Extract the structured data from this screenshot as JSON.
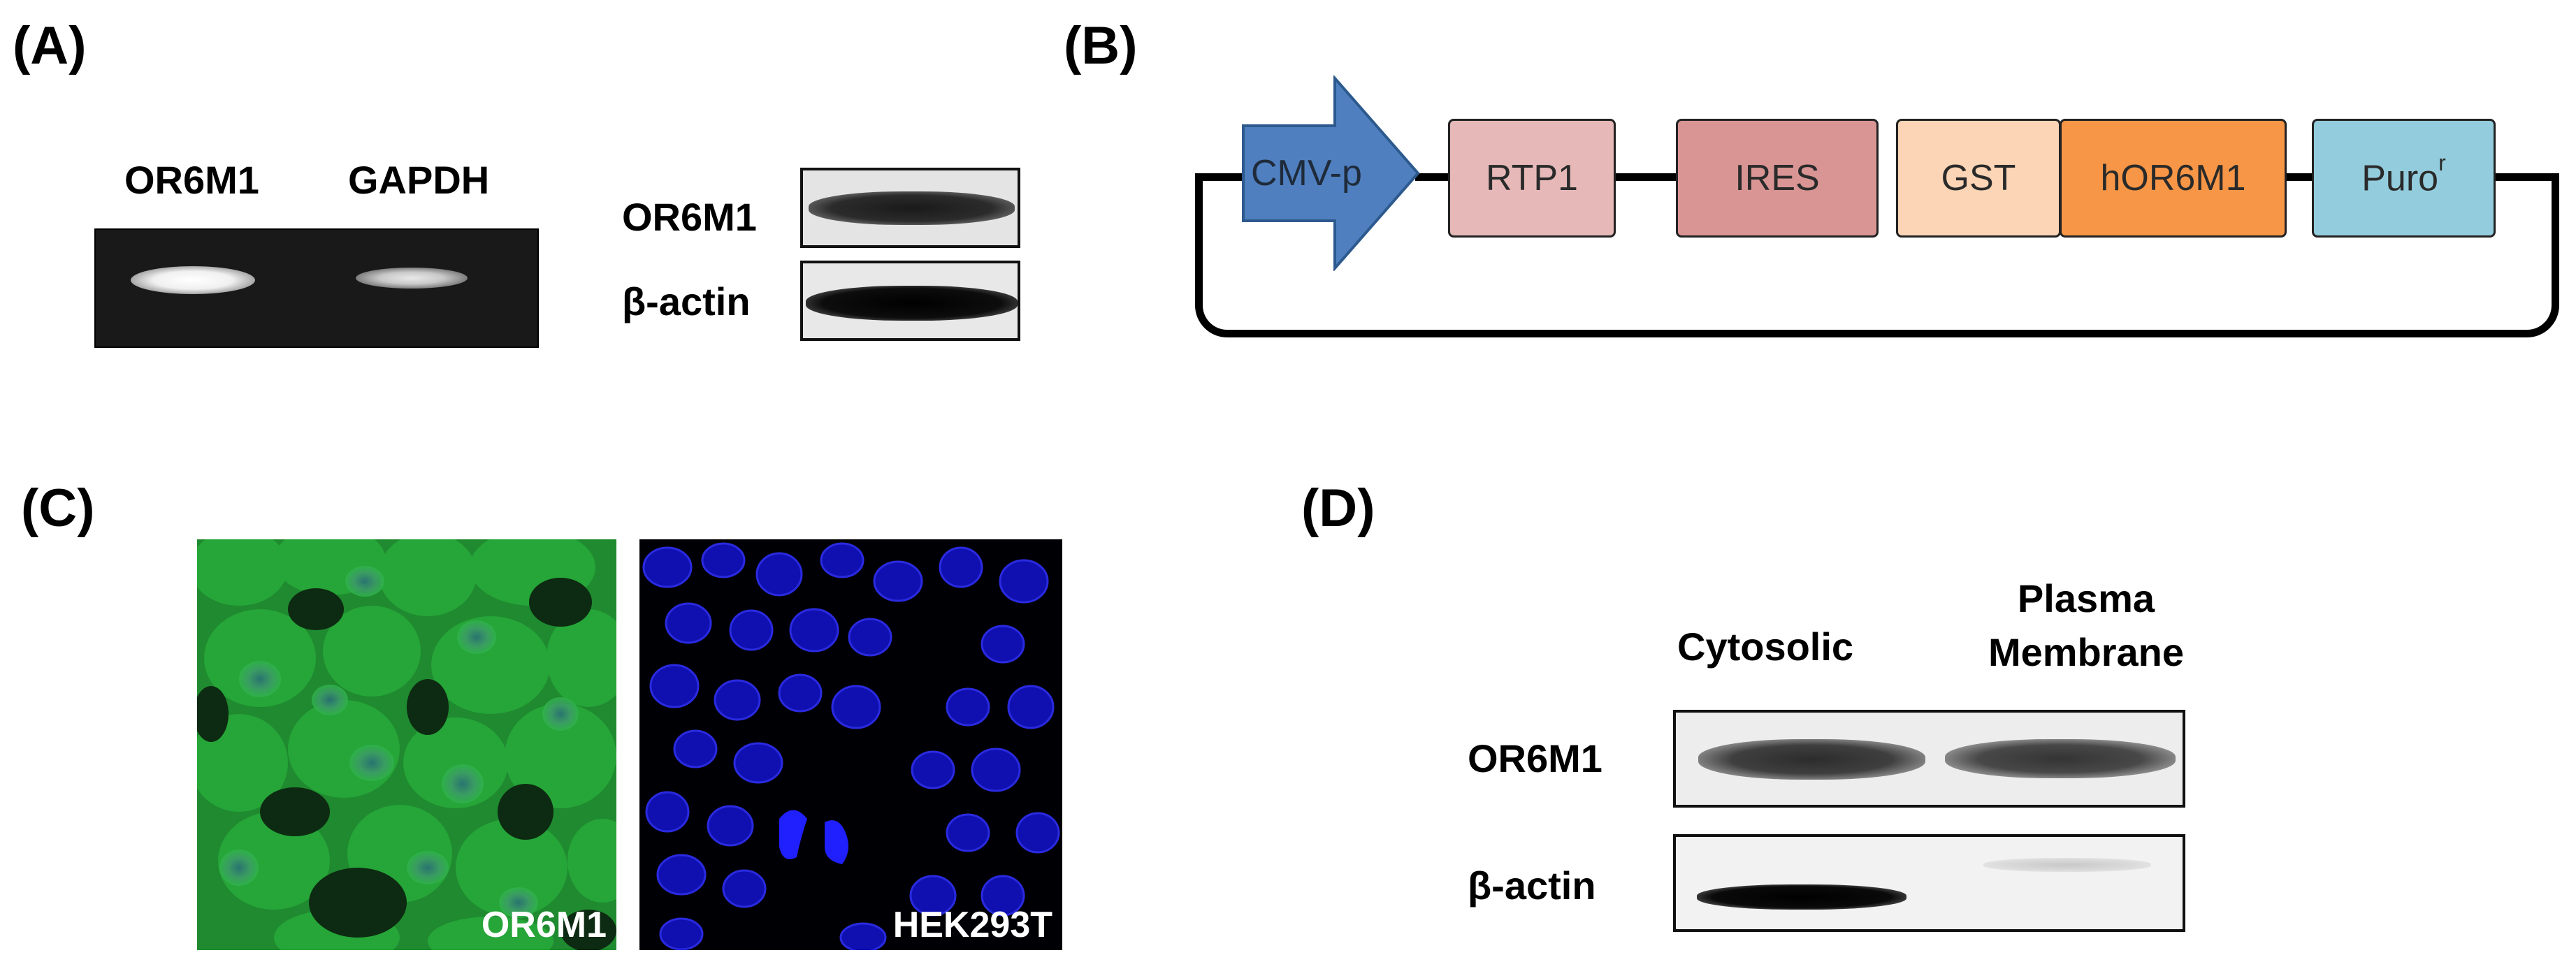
{
  "panels": {
    "a": {
      "label": "(A)",
      "gel_lanes": [
        "OR6M1",
        "GAPDH"
      ],
      "blot_rows": [
        "OR6M1",
        "β-actin"
      ]
    },
    "b": {
      "label": "(B)",
      "promoter": "CMV-p",
      "segments": [
        "RTP1",
        "IRES",
        "GST",
        "hOR6M1",
        "Puro"
      ],
      "puro_superscript": "r",
      "colors": {
        "promoter": "#4f7fbf",
        "RTP1": "#e6b9b8",
        "IRES": "#d99594",
        "GST": "#fbd5b5",
        "hOR6M1": "#f79646",
        "Puro": "#93cddd"
      }
    },
    "c": {
      "label": "(C)",
      "images": [
        "OR6M1",
        "HEK293T"
      ]
    },
    "d": {
      "label": "(D)",
      "columns": [
        "Cytosolic",
        "Plasma\nMembrane"
      ],
      "rows": [
        "OR6M1",
        "β-actin"
      ]
    }
  }
}
